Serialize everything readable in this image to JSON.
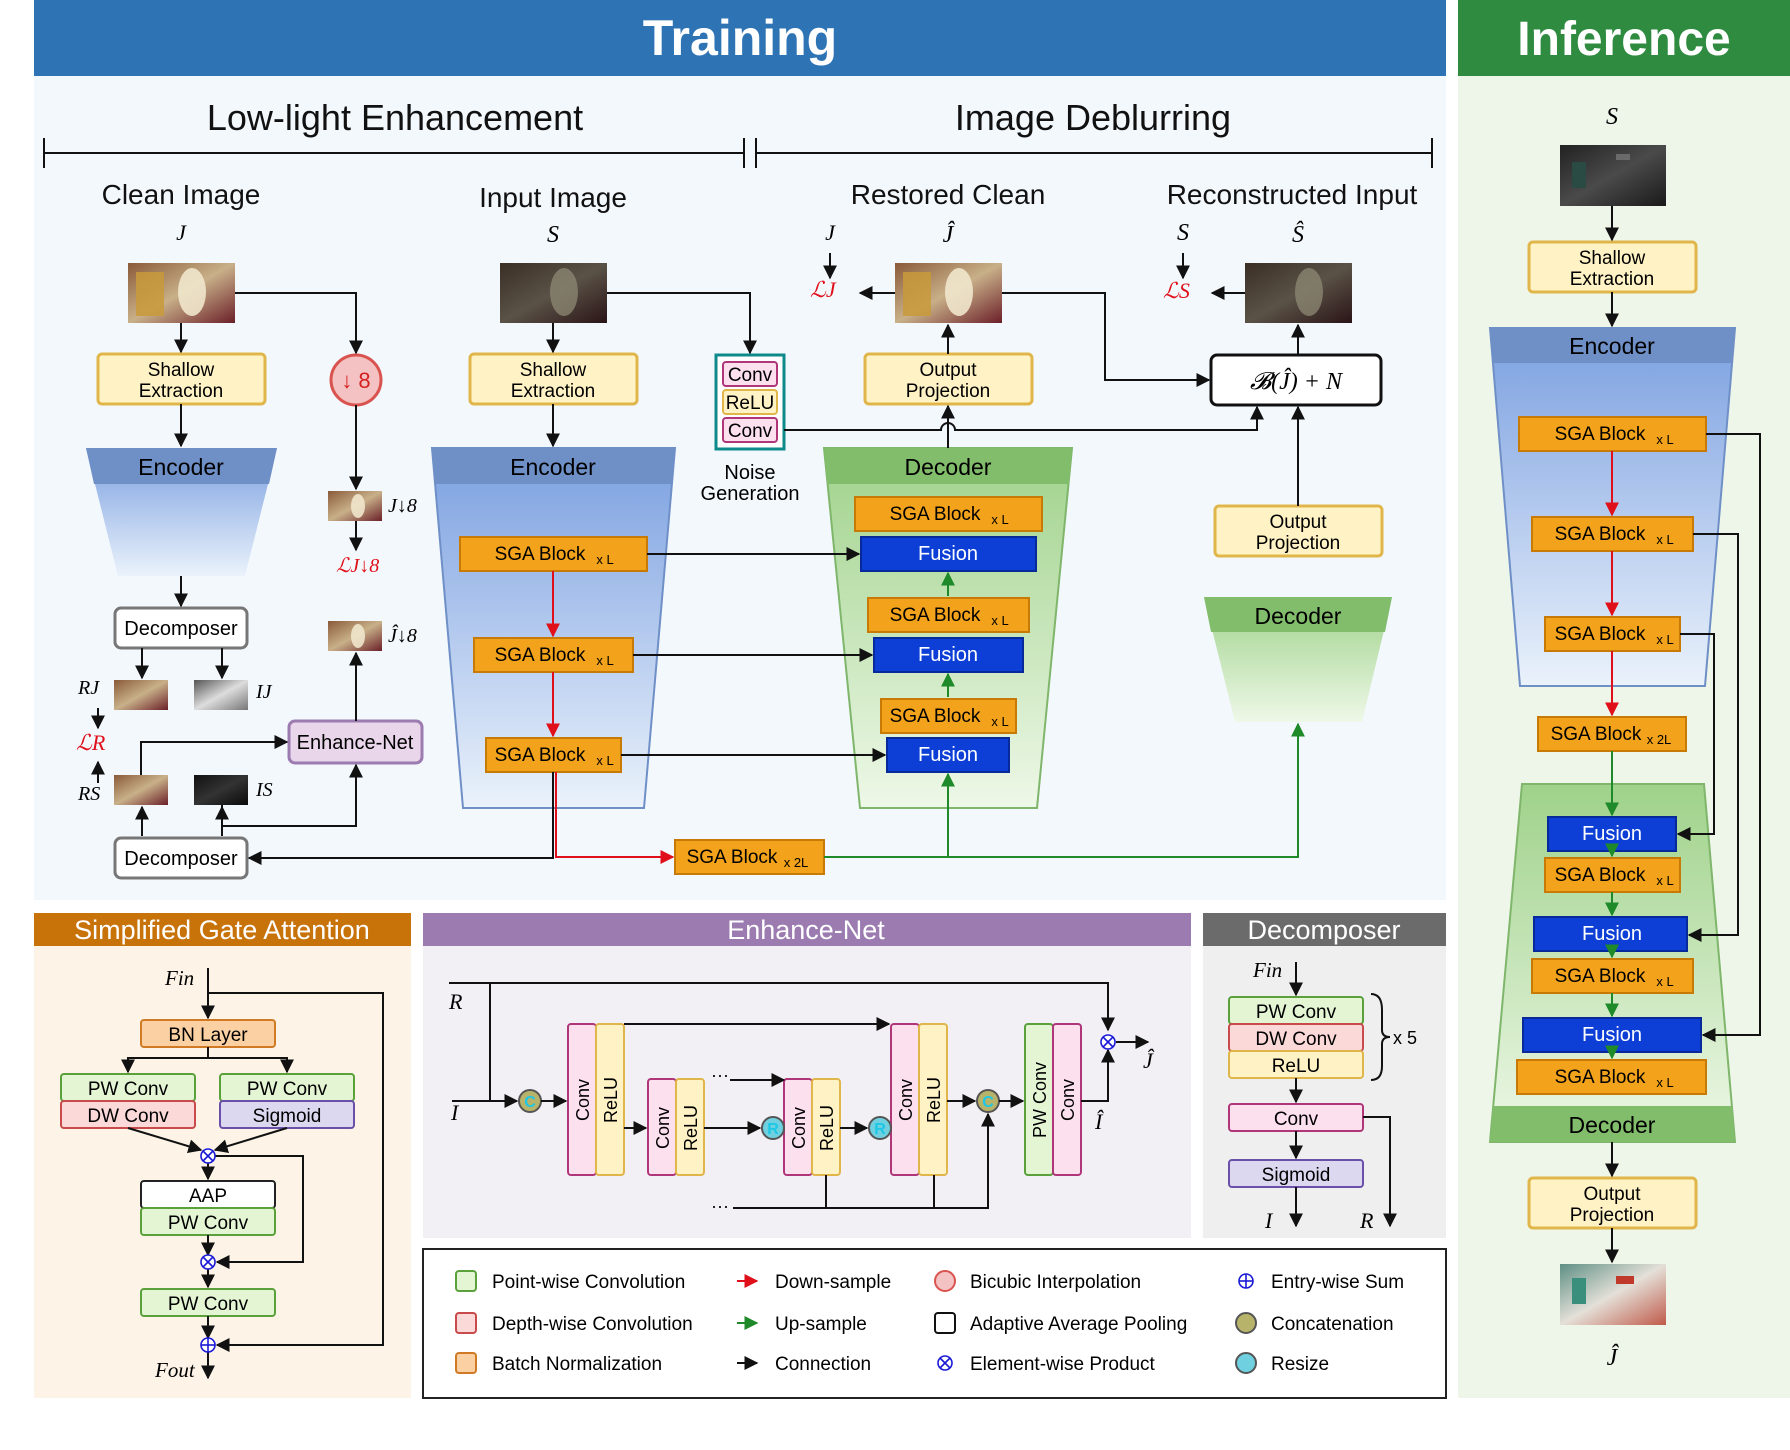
{
  "headers": {
    "training": "Training",
    "inference": "Inference"
  },
  "training": {
    "low_light": "Low-light Enhancement",
    "deblurring": "Image Deblurring",
    "clean_image": "Clean Image",
    "input_image": "Input Image",
    "restored_clean": "Restored Clean",
    "reconstructed_input": "Reconstructed Input",
    "sym_J": "J",
    "sym_S": "S",
    "sym_Jhat": "Ĵ",
    "sym_Shat": "Ŝ",
    "sym_Jds": "J↓8",
    "sym_Jhat_ds": "Ĵ↓8",
    "sym_RJ": "RJ",
    "sym_IJ": "IJ",
    "sym_RS": "RS",
    "sym_IS": "IS",
    "loss_J": "ℒJ",
    "loss_S": "ℒS",
    "loss_Jds": "ℒJ↓8",
    "loss_R": "ℒR",
    "shallow_line1": "Shallow",
    "shallow_line2": "Extraction",
    "encoder": "Encoder",
    "decoder": "Decoder",
    "decomposer": "Decomposer",
    "enhance_net": "Enhance-Net",
    "down8": "↓ 8",
    "noise_conv": "Conv",
    "noise_relu": "ReLU",
    "noise_label1": "Noise",
    "noise_label2": "Generation",
    "output_line1": "Output",
    "output_line2": "Projection",
    "sga_block": "SGA Block",
    "xL": "x L",
    "x2L": "x 2L",
    "fusion": "Fusion",
    "blur_formula": "𝓑(Ĵ) + N"
  },
  "sga_panel": {
    "title": "Simplified Gate Attention",
    "fin": "Fin",
    "fout": "Fout",
    "bn": "BN Layer",
    "pw": "PW Conv",
    "dw": "DW Conv",
    "sigmoid": "Sigmoid",
    "aap": "AAP"
  },
  "enhance_panel": {
    "title": "Enhance-Net",
    "R": "R",
    "I": "I",
    "Ihat": "Î",
    "Jhat": "Ĵ",
    "conv": "Conv",
    "relu": "ReLU",
    "pwconv": "PW Conv",
    "dots": "···",
    "C": "C",
    "Rs": "R"
  },
  "decomposer_panel": {
    "title": "Decomposer",
    "fin": "Fin",
    "pw": "PW Conv",
    "dw": "DW Conv",
    "relu": "ReLU",
    "x5": "x 5",
    "conv": "Conv",
    "sigmoid": "Sigmoid",
    "I": "I",
    "R": "R"
  },
  "legend": {
    "items": [
      {
        "label": "Point-wise Convolution"
      },
      {
        "label": "Depth-wise Convolution"
      },
      {
        "label": "Batch Normalization"
      },
      {
        "label": "Down-sample"
      },
      {
        "label": "Up-sample"
      },
      {
        "label": "Connection"
      },
      {
        "label": "Bicubic Interpolation"
      },
      {
        "label": "Adaptive Average Pooling"
      },
      {
        "label": "Element-wise Product"
      },
      {
        "label": "Entry-wise Sum"
      },
      {
        "label": "Concatenation"
      },
      {
        "label": "Resize"
      }
    ]
  },
  "inference": {
    "sym_S": "S",
    "sym_Jhat": "Ĵ",
    "shallow_line1": "Shallow",
    "shallow_line2": "Extraction",
    "encoder": "Encoder",
    "decoder": "Decoder",
    "sga_block": "SGA Block",
    "xL": "x L",
    "x2L": "x 2L",
    "fusion": "Fusion",
    "output_line1": "Output",
    "output_line2": "Projection"
  },
  "colors": {
    "training_header": "#2e74b5",
    "inference_header": "#2e8b3f",
    "sga_header": "#c8720a",
    "enhance_header": "#9b7bb0",
    "decomposer_header": "#6b6b6b",
    "sga_block": "#f2a21b",
    "fusion": "#0d3fd6",
    "shallow": "#fff2c4",
    "downsample": "#e0101a",
    "upsample": "#1f8a2a"
  }
}
